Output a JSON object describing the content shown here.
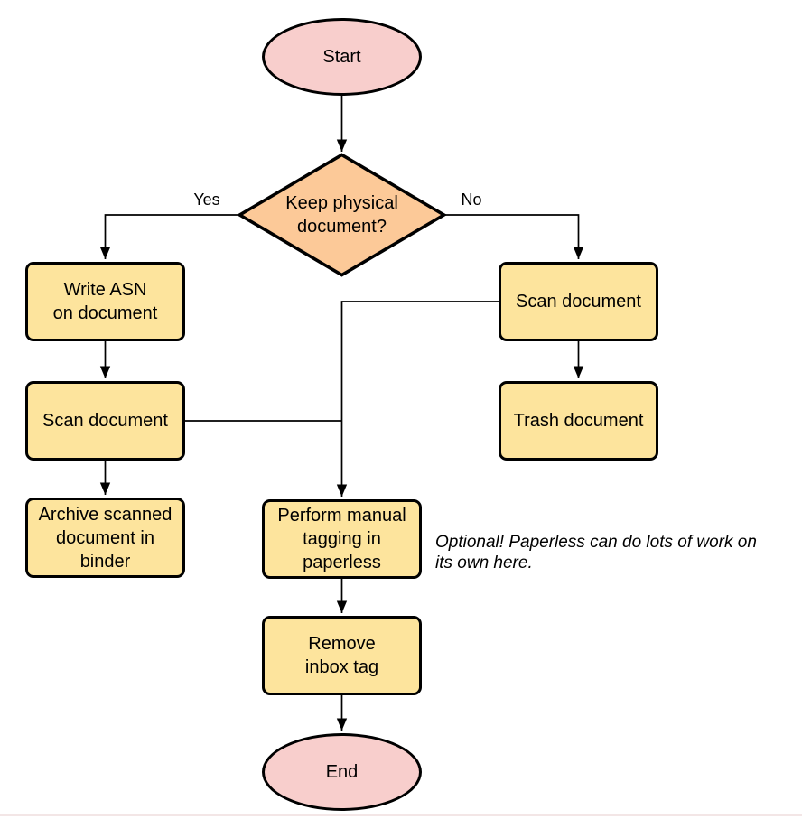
{
  "diagram": {
    "type": "flowchart",
    "direction": "top-down",
    "colors": {
      "terminal_fill": "#f8cecc",
      "decision_fill": "#fcc998",
      "process_fill": "#fde49d",
      "stroke": "#000000",
      "bottom_rule": "#f3e6e6"
    },
    "nodes": {
      "start": {
        "type": "terminal",
        "label": "Start"
      },
      "decision": {
        "type": "decision",
        "lines": [
          "Keep physical",
          "document?"
        ]
      },
      "write_asn": {
        "type": "process",
        "lines": [
          "Write ASN",
          "on document"
        ]
      },
      "scan_left": {
        "type": "process",
        "label": "Scan document"
      },
      "archive": {
        "type": "process",
        "lines": [
          "Archive scanned",
          "document in",
          "binder"
        ]
      },
      "scan_right": {
        "type": "process",
        "label": "Scan document"
      },
      "trash": {
        "type": "process",
        "label": "Trash document"
      },
      "perform_tagging": {
        "type": "process",
        "lines": [
          "Perform manual",
          "tagging in",
          "paperless"
        ]
      },
      "remove_inbox_tag": {
        "type": "process",
        "lines": [
          "Remove",
          "inbox tag"
        ]
      },
      "end": {
        "type": "terminal",
        "label": "End"
      }
    },
    "edge_labels": {
      "yes": "Yes",
      "no": "No"
    },
    "note": {
      "lines": [
        "Optional! Paperless can do lots of work on",
        "its own here."
      ]
    }
  }
}
